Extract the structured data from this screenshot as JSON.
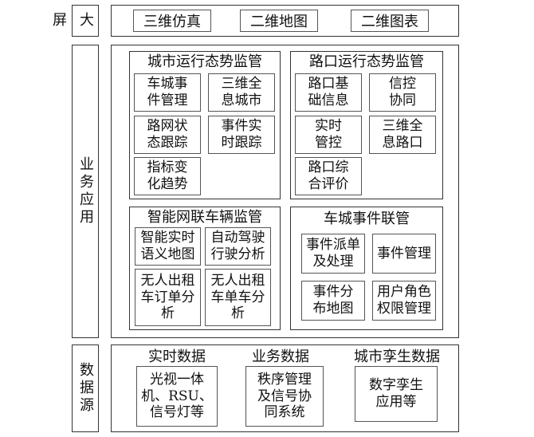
{
  "layers": {
    "top": {
      "label": "大屏",
      "items": [
        "三维仿真",
        "二维地图",
        "二维图表"
      ]
    },
    "middle": {
      "label": "业务应用",
      "groups": {
        "city": {
          "title": "城市运行态势监管",
          "items": [
            "车城事\n件管理",
            "三维全\n息城市",
            "路网状\n态跟踪",
            "事件实\n时跟踪",
            "指标变\n化趋势"
          ]
        },
        "intersection": {
          "title": "路口运行态势监管",
          "items": [
            "路口基\n础信息",
            "信控\n协同",
            "实时\n管控",
            "三维全\n息路口",
            "路口综\n合评价"
          ]
        },
        "vehicle": {
          "title": "智能网联车辆监管",
          "items": [
            "智能实时\n语义地图",
            "自动驾驶\n行驶分析",
            "无人出租\n车订单分\n析",
            "无人出租\n车单车分\n析"
          ]
        },
        "event": {
          "title": "车城事件联管",
          "items": [
            "事件派单\n及处理",
            "事件管理",
            "事件分\n布地图",
            "用户角色\n权限管理"
          ]
        }
      }
    },
    "bottom": {
      "label": "数据源",
      "columns": [
        {
          "title": "实时数据",
          "item": "光视一体\n机、RSU、\n信号灯等"
        },
        {
          "title": "业务数据",
          "item": "秩序管理\n及信号协\n同系统"
        },
        {
          "title": "城市孪生数据",
          "item": "数字孪生\n应用等"
        }
      ]
    }
  }
}
